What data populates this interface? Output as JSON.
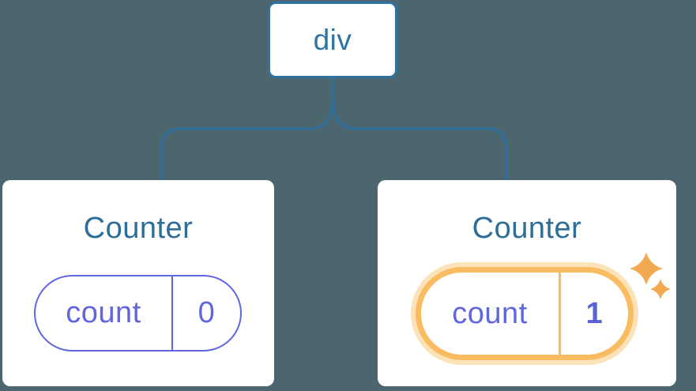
{
  "diagram": {
    "description": "React component tree showing state preserved per position: a div root with two Counter children",
    "background": "#4C6670",
    "root": {
      "label": "div"
    },
    "nodes": [
      {
        "title": "Counter",
        "state_key": "count",
        "state_value": "0",
        "highlighted": false
      },
      {
        "title": "Counter",
        "state_key": "count",
        "state_value": "1",
        "highlighted": true
      }
    ],
    "icons": {
      "sparkles": "sparkles-icon"
    },
    "colors": {
      "bg": "#4C6670",
      "node_blue": "#2F73A1",
      "title_blue": "#2E6D96",
      "connector_blue": "#2E6F9D",
      "state_purple": "#5F66DE",
      "value_purple": "#5A62DA",
      "highlight_orange": "#F9BC60",
      "highlight_halo": "#FBE2B8",
      "sparkle_orange": "#F3A950",
      "card_white": "#FFFFFF"
    }
  }
}
